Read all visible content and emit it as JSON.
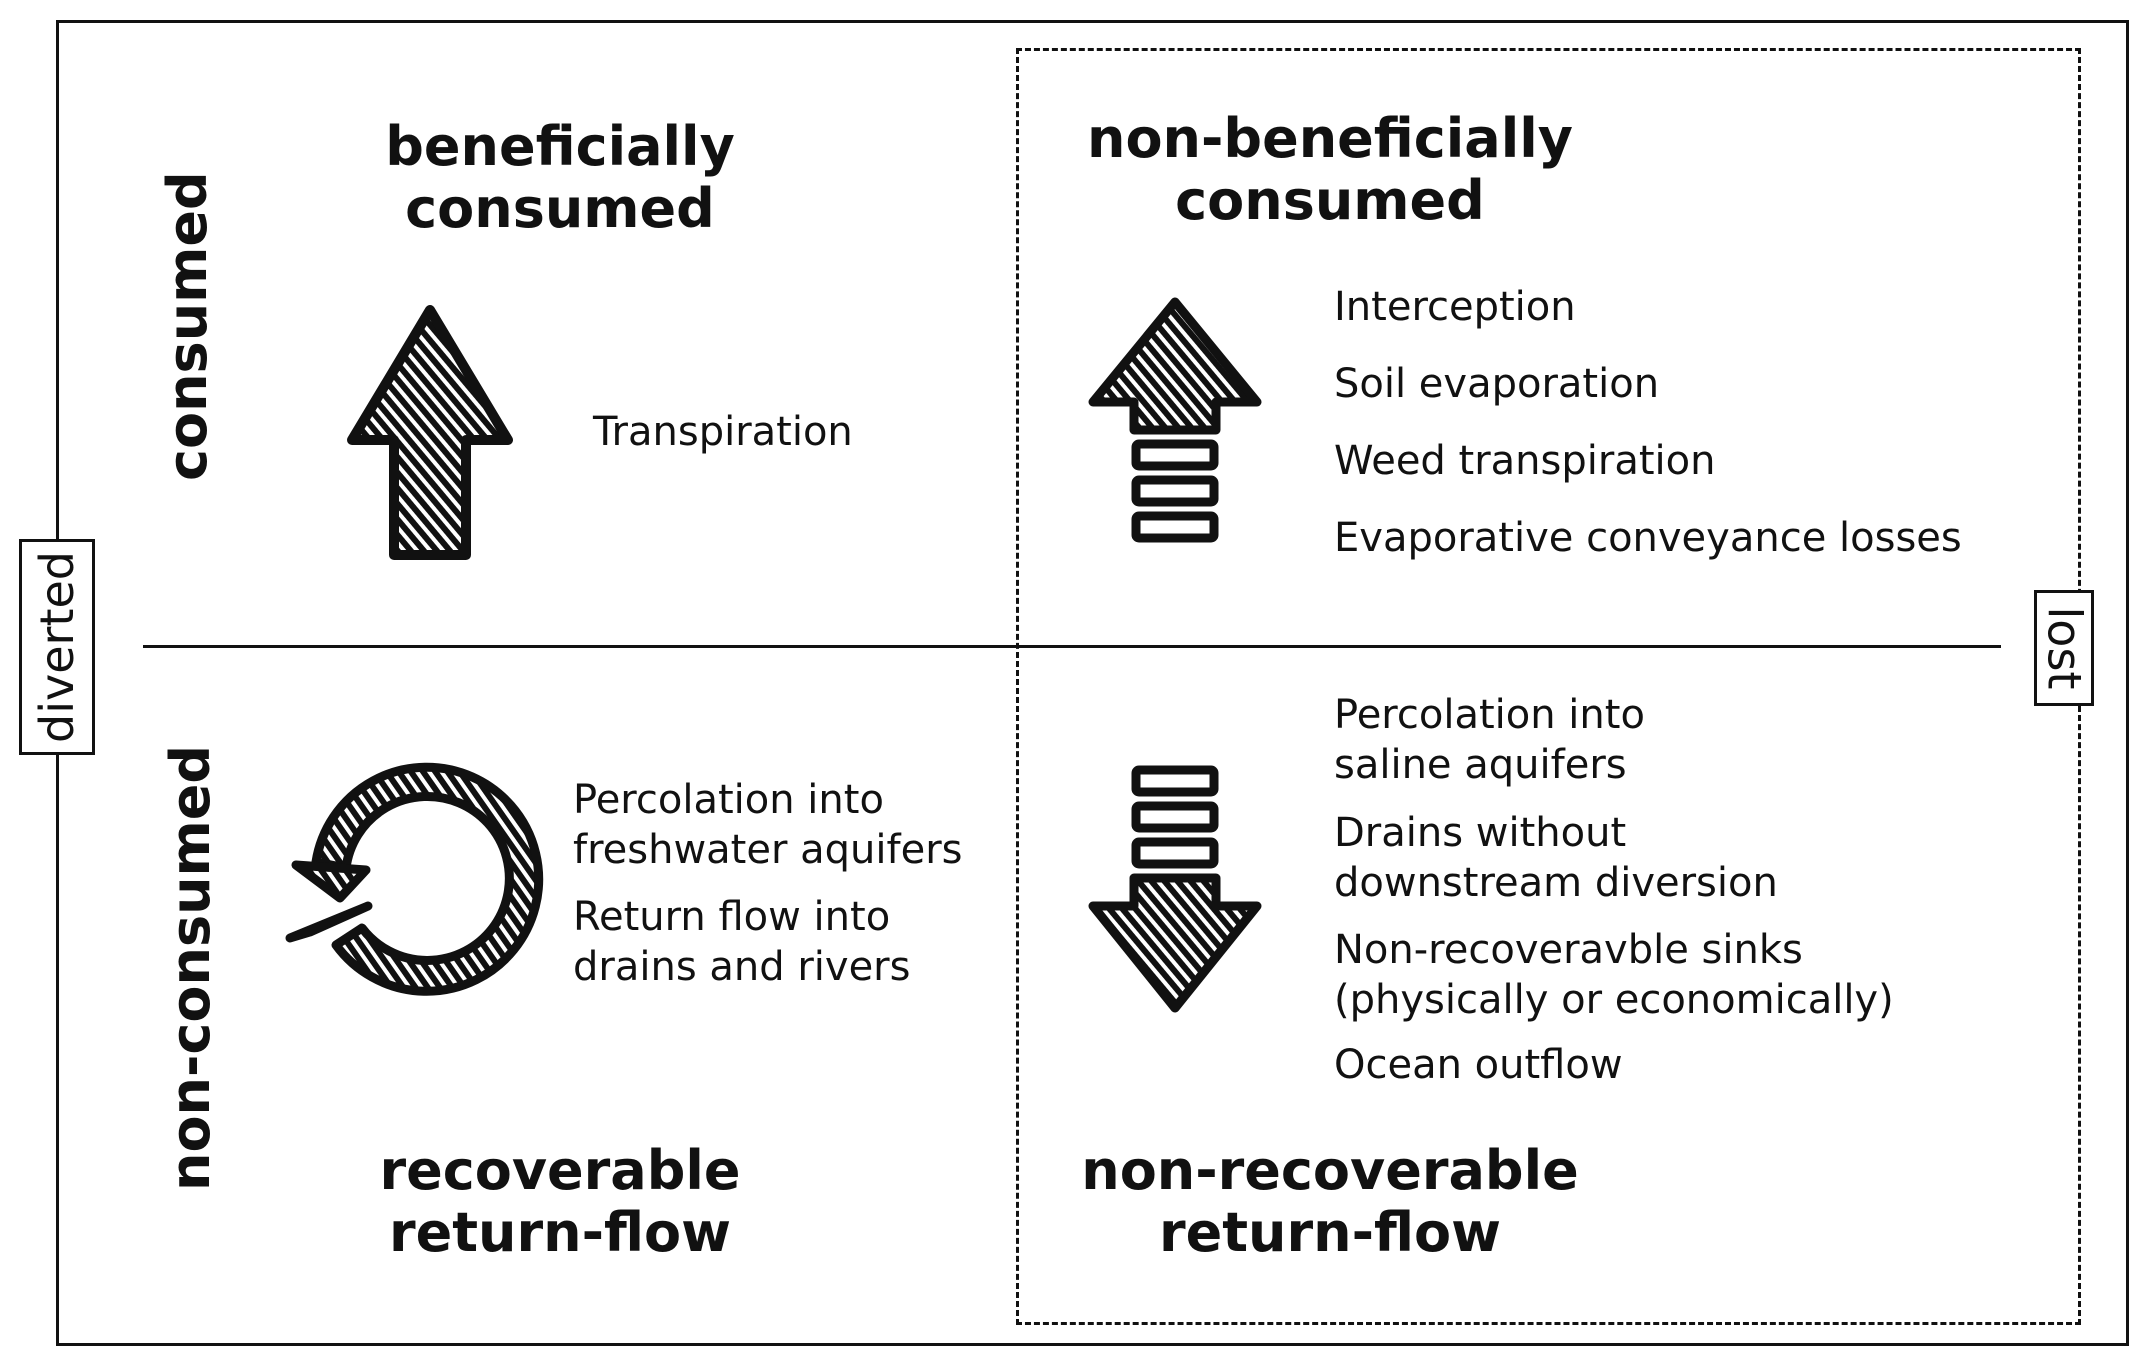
{
  "side_labels": {
    "left": "diverted",
    "right": "lost"
  },
  "row_labels": {
    "top": "consumed",
    "bottom": "non-consumed"
  },
  "quadrants": {
    "top_left": {
      "title_line1": "beneficially",
      "title_line2": "consumed",
      "icon": "up-arrow-icon",
      "items": [
        "Transpiration"
      ]
    },
    "top_right": {
      "title_line1": "non-beneficially",
      "title_line2": "consumed",
      "icon": "dashed-up-arrow-icon",
      "items": [
        "Interception",
        "Soil evaporation",
        "Weed transpiration",
        "Evaporative conveyance losses"
      ]
    },
    "bottom_left": {
      "title_line1": "recoverable",
      "title_line2": "return-flow",
      "icon": "circular-arrow-icon",
      "items": [
        {
          "line1": "Percolation into",
          "line2": "freshwater aquifers"
        },
        {
          "line1": "Return flow into",
          "line2": "drains and rivers"
        }
      ]
    },
    "bottom_right": {
      "title_line1": "non-recoverable",
      "title_line2": "return-flow",
      "icon": "dashed-down-arrow-icon",
      "items": [
        {
          "line1": "Percolation into",
          "line2": "saline aquifers"
        },
        {
          "line1": "Drains without",
          "line2": "downstream diversion"
        },
        {
          "line1": "Non-recoveravble sinks",
          "line2": "(physically or economically)"
        },
        {
          "line1": "Ocean outflow",
          "line2": ""
        }
      ]
    }
  }
}
